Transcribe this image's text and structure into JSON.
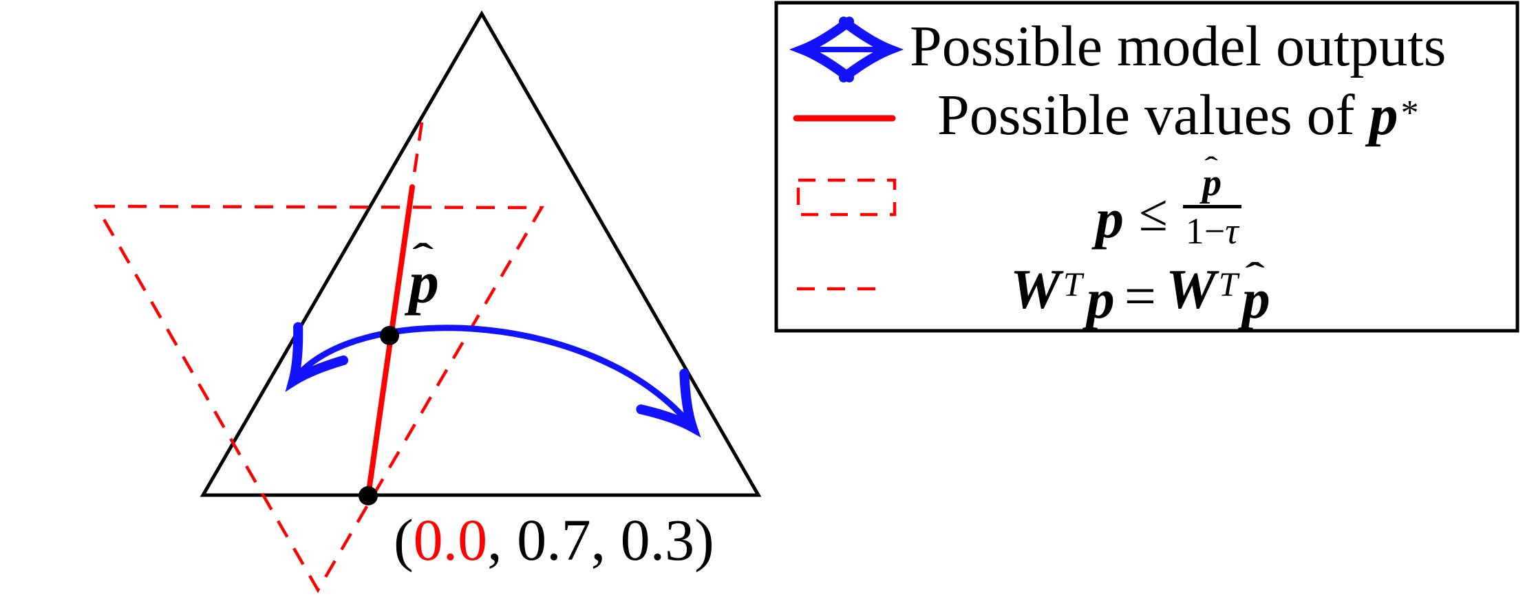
{
  "colors": {
    "red": "#ff0000",
    "blue": "#1212ff",
    "black": "#000000",
    "background": "#ffffff"
  },
  "figure": {
    "phat_label": {
      "hat": "ˆ",
      "p": "p"
    },
    "vertex_label": {
      "open_paren": "(",
      "red_value": "0.0",
      "rest": ", 0.7, 0.3)"
    },
    "vertex_values": [
      0.0,
      0.7,
      0.3
    ]
  },
  "legend": {
    "row1": {
      "label": "Possible model outputs"
    },
    "row2": {
      "prefix": "Possible values of",
      "p": "p",
      "star": "*"
    },
    "row3": {
      "p": "p",
      "leq": "≤",
      "hat": "ˆ",
      "num_p": "p",
      "den_pre": "1−",
      "den_tau": "τ"
    },
    "row4": {
      "W": "W",
      "T": "T",
      "p": "p",
      "eq": "=",
      "hat": "ˆ",
      "phat_p": "p"
    }
  }
}
